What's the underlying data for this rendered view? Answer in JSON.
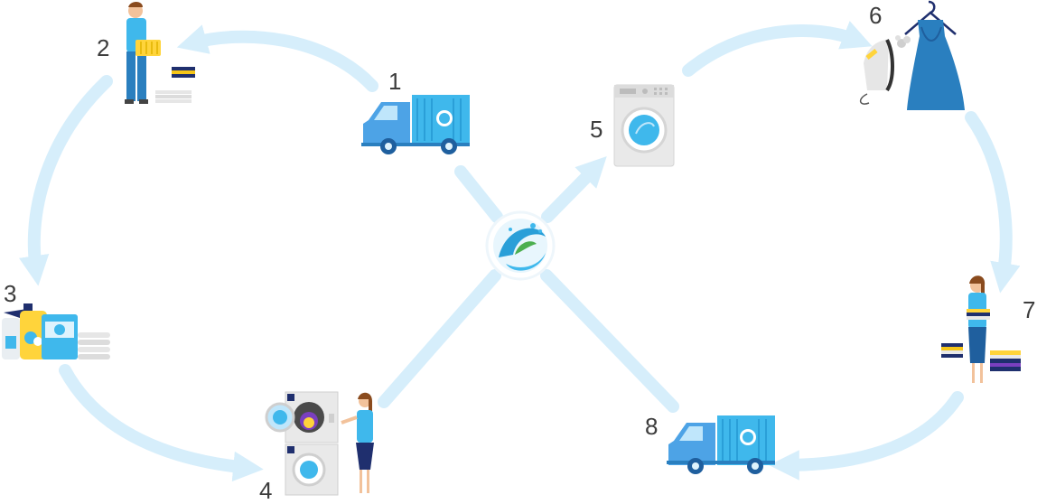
{
  "steps": [
    {
      "number": "1",
      "icon": "delivery-truck-icon"
    },
    {
      "number": "2",
      "icon": "courier-with-basket-icon"
    },
    {
      "number": "3",
      "icon": "detergents-icon"
    },
    {
      "number": "4",
      "icon": "laundry-machines-operator-icon"
    },
    {
      "number": "5",
      "icon": "washing-machine-icon"
    },
    {
      "number": "6",
      "icon": "iron-and-dress-icon"
    },
    {
      "number": "7",
      "icon": "folded-clothes-worker-icon"
    },
    {
      "number": "8",
      "icon": "delivery-truck-icon"
    }
  ],
  "center": {
    "icon": "laundry-logo-icon"
  },
  "colors": {
    "arrow": "#d6eefb",
    "accent": "#3fb8ec",
    "truck": "#4da3e6",
    "number_text": "#3d3d3d"
  }
}
